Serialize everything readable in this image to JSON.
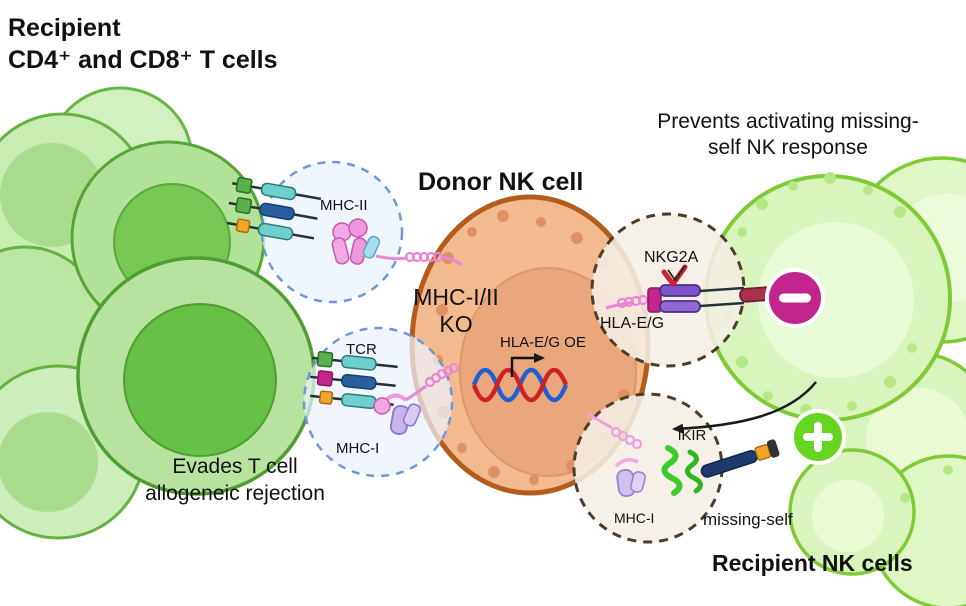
{
  "titles": {
    "recipient_t_line1": "Recipient",
    "recipient_t_line2": "CD4⁺ and CD8⁺ T cells",
    "donor_nk": "Donor NK cell",
    "recipient_nk": "Recipient NK cells"
  },
  "annotations": {
    "prevents_line1": "Prevents activating missing-",
    "prevents_line2": "self NK response",
    "evades_line1": "Evades T cell",
    "evades_line2": "allogeneic rejection",
    "missing_self": "missing-self"
  },
  "molecule_labels": {
    "mhc_ii": "MHC-II",
    "tcr": "TCR",
    "mhc_i_left": "MHC-I",
    "mhc_ko_line1": "MHC-I/II",
    "mhc_ko_line2": "KO",
    "hla_oe": "HLA-E/G OE",
    "nkg2a": "NKG2A",
    "hla_eg": "HLA-E/G",
    "ikir": "iKIR",
    "mhc_i_right": "MHC-I"
  },
  "icons": {
    "minus_badge": "inhibition-minus",
    "plus_badge": "activation-plus"
  },
  "colors": {
    "t_cell_green": "#b7e39e",
    "t_cell_nucleus": "#66c045",
    "donor_cell_tan": "#f2ba8e",
    "donor_cell_outline": "#b45c1c",
    "nk_cell_green": "#d9f5bd",
    "nk_cell_outline": "#7ecb35",
    "inhibition_magenta": "#c2258e",
    "activation_green": "#66d51f",
    "mhc_pink": "#ef97dd",
    "nkg2a_purple": "#7b52c9",
    "ikir_green": "#3ecb2a",
    "dna_blue": "#1f5fd6",
    "dna_red": "#cc2222",
    "inset_blue_dash": "#6f97da",
    "inset_brown_dash": "#4d3d2a"
  }
}
